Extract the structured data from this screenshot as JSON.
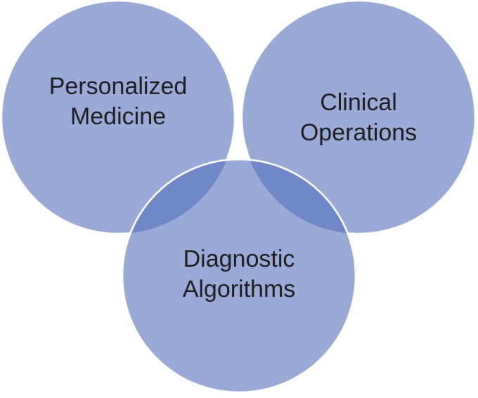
{
  "diagram": {
    "colors": {
      "circle_fill": "#9aaad6",
      "circle_outline": "#ffffff",
      "overlap_fill": "#6f88c8",
      "text": "#1f1f1f"
    },
    "circles": [
      {
        "id": "personalized-medicine",
        "label_line1": "Personalized",
        "label_line2": "Medicine"
      },
      {
        "id": "clinical-operations",
        "label_line1": "Clinical",
        "label_line2": "Operations"
      },
      {
        "id": "diagnostic-algorithms",
        "label_line1": "Diagnostic",
        "label_line2": "Algorithms"
      }
    ]
  }
}
